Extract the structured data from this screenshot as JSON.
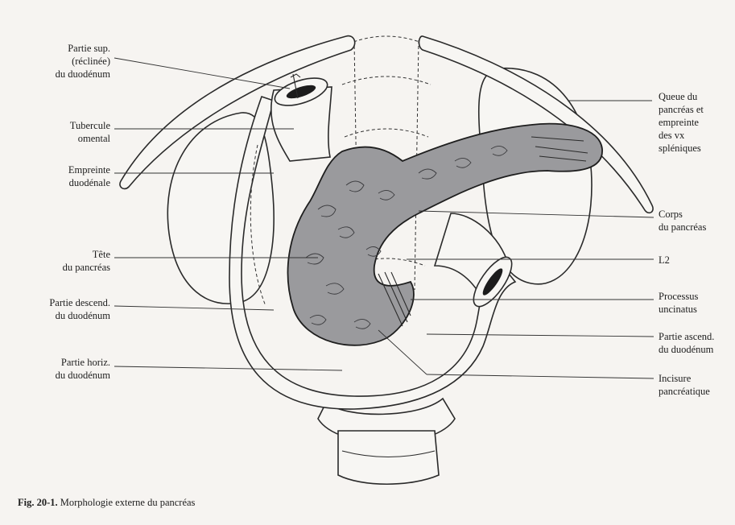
{
  "labels": {
    "partie_sup": "Partie sup.\n(réclinée)\ndu duodénum",
    "tubercule": "Tubercule\nomental",
    "empreinte": "Empreinte\nduodénale",
    "tete": "Tête\ndu pancréas",
    "partie_descend": "Partie descend.\ndu duodénum",
    "partie_horiz": "Partie horiz.\ndu duodénum",
    "queue": "Queue du\npancréas et\nempreinte\ndes vx\nspléniques",
    "corps": "Corps\ndu pancréas",
    "l2": "L2",
    "processus": "Processus\nuncinatus",
    "partie_ascend": "Partie ascend.\ndu duodénum",
    "incisure": "Incisure\npancréatique"
  },
  "caption": {
    "number": "Fig. 20-1.",
    "text": "Morphologie externe du pancréas"
  }
}
